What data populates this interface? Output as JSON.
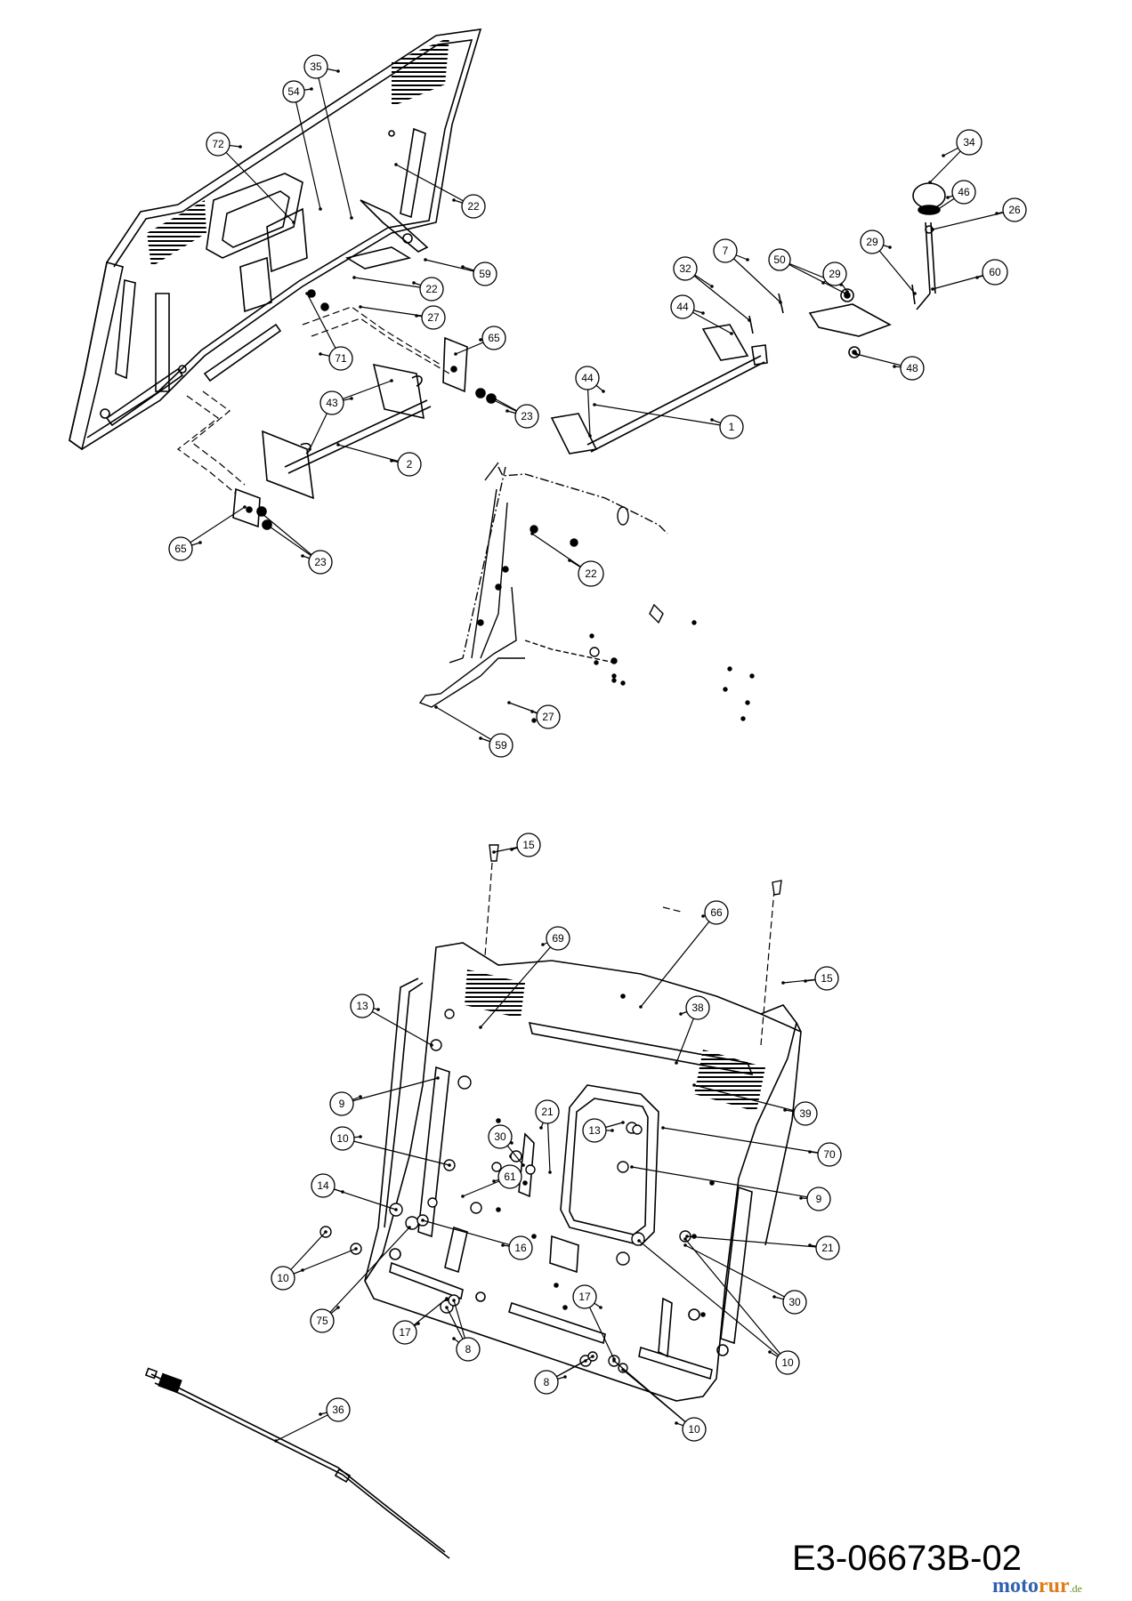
{
  "drawing_code": "E3-06673B-02",
  "watermark": {
    "part1": "moto",
    "part2": "rur",
    "part3": ".de"
  },
  "callouts": [
    {
      "label": "35"
    },
    {
      "label": "54"
    },
    {
      "label": "72"
    },
    {
      "label": "22"
    },
    {
      "label": "59"
    },
    {
      "label": "22"
    },
    {
      "label": "27"
    },
    {
      "label": "71"
    },
    {
      "label": "65"
    },
    {
      "label": "43"
    },
    {
      "label": "23"
    },
    {
      "label": "2"
    },
    {
      "label": "65"
    },
    {
      "label": "23"
    },
    {
      "label": "34"
    },
    {
      "label": "46"
    },
    {
      "label": "26"
    },
    {
      "label": "29"
    },
    {
      "label": "7"
    },
    {
      "label": "50"
    },
    {
      "label": "29"
    },
    {
      "label": "60"
    },
    {
      "label": "32"
    },
    {
      "label": "44"
    },
    {
      "label": "48"
    },
    {
      "label": "44"
    },
    {
      "label": "1"
    },
    {
      "label": "22"
    },
    {
      "label": "27"
    },
    {
      "label": "59"
    },
    {
      "label": "15"
    },
    {
      "label": "66"
    },
    {
      "label": "69"
    },
    {
      "label": "15"
    },
    {
      "label": "13"
    },
    {
      "label": "38"
    },
    {
      "label": "9"
    },
    {
      "label": "39"
    },
    {
      "label": "21"
    },
    {
      "label": "13"
    },
    {
      "label": "10"
    },
    {
      "label": "30"
    },
    {
      "label": "70"
    },
    {
      "label": "61"
    },
    {
      "label": "14"
    },
    {
      "label": "9"
    },
    {
      "label": "16"
    },
    {
      "label": "21"
    },
    {
      "label": "10"
    },
    {
      "label": "75"
    },
    {
      "label": "17"
    },
    {
      "label": "17"
    },
    {
      "label": "30"
    },
    {
      "label": "8"
    },
    {
      "label": "10"
    },
    {
      "label": "8"
    },
    {
      "label": "10"
    },
    {
      "label": "36"
    }
  ]
}
